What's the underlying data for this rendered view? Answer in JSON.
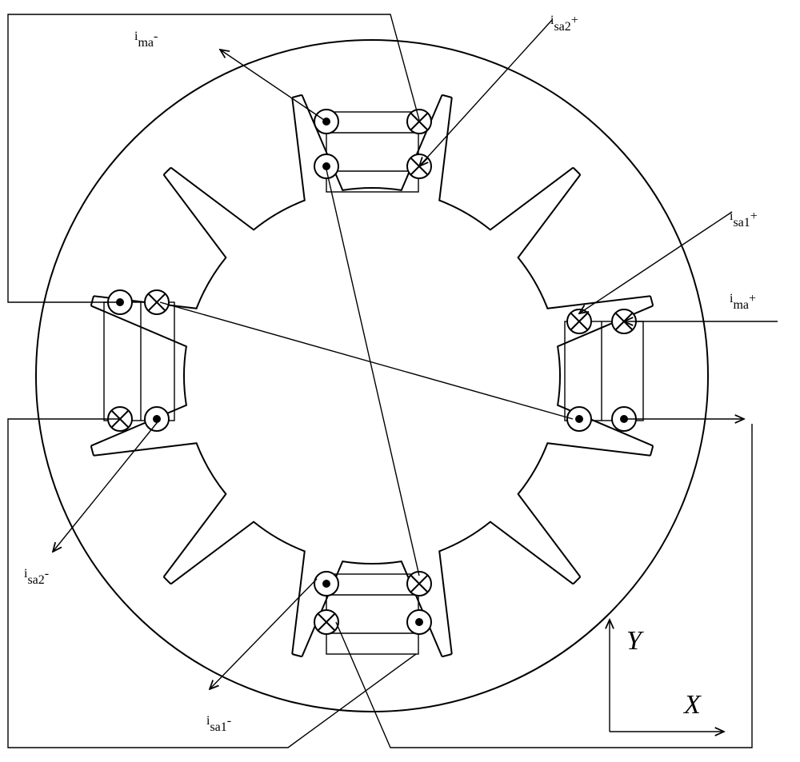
{
  "labels": {
    "ima_minus": {
      "base": "i",
      "sub": "ma",
      "sign": "-"
    },
    "isa2_plus": {
      "base": "i",
      "sub": "sa2",
      "sign": "+"
    },
    "isa1_plus": {
      "base": "i",
      "sub": "sa1",
      "sign": "+"
    },
    "ima_plus": {
      "base": "i",
      "sub": "ma",
      "sign": "+"
    },
    "isa2_minus": {
      "base": "i",
      "sub": "sa2",
      "sign": "-"
    },
    "isa1_minus": {
      "base": "i",
      "sub": "sa1",
      "sign": "-"
    }
  },
  "axes": {
    "x": "X",
    "y": "Y"
  },
  "colors": {
    "stroke": "#000000",
    "background": "#ffffff"
  }
}
